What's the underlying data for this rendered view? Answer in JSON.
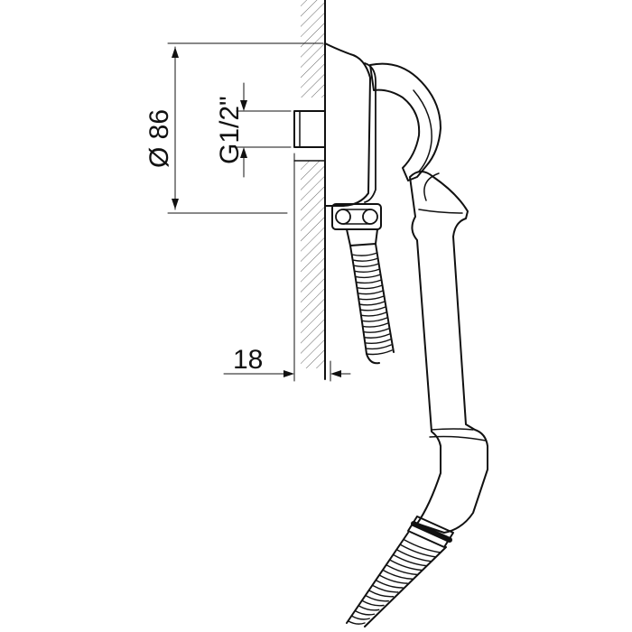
{
  "dimensions": {
    "diameter": "Ø 86",
    "thread": "G1/2\"",
    "depth": "18"
  },
  "colors": {
    "line": "#111111",
    "hatch": "#666666",
    "background": "#ffffff"
  }
}
